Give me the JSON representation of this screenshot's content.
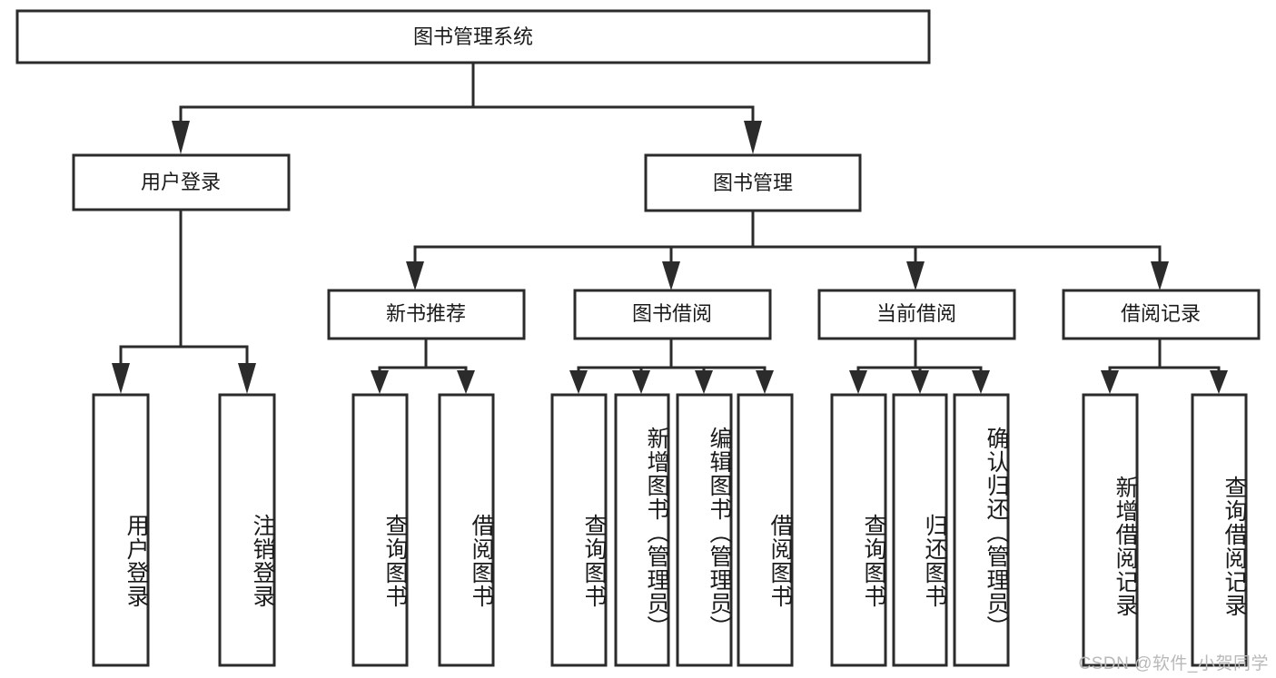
{
  "diagram": {
    "type": "tree",
    "title": "图书管理系统",
    "root": {
      "label": "图书管理系统"
    },
    "level2": [
      {
        "label": "用户登录"
      },
      {
        "label": "图书管理"
      }
    ],
    "level3": [
      {
        "label": "新书推荐"
      },
      {
        "label": "图书借阅"
      },
      {
        "label": "当前借阅"
      },
      {
        "label": "借阅记录"
      }
    ],
    "leaves": {
      "user_login": [
        {
          "label": "用户登录"
        },
        {
          "label": "注销登录"
        }
      ],
      "new_book_recommend": [
        {
          "label": "查询图书"
        },
        {
          "label": "借阅图书"
        }
      ],
      "book_borrow": [
        {
          "label": "查询图书"
        },
        {
          "label": "新增图书（管理员）"
        },
        {
          "label": "编辑图书（管理员）"
        },
        {
          "label": "借阅图书"
        }
      ],
      "current_borrow": [
        {
          "label": "查询图书"
        },
        {
          "label": "归还图书"
        },
        {
          "label": "确认归还（管理员）"
        }
      ],
      "borrow_record": [
        {
          "label": "新增借阅记录"
        },
        {
          "label": "查询借阅记录"
        }
      ]
    }
  },
  "watermark": {
    "text": "CSDN @软件_小贺同学"
  },
  "colors": {
    "stroke": "#2b2b2b",
    "box_fill": "#ffffff",
    "text": "#1a1a1a",
    "watermark": "#b9b9b9",
    "background": "#ffffff"
  }
}
